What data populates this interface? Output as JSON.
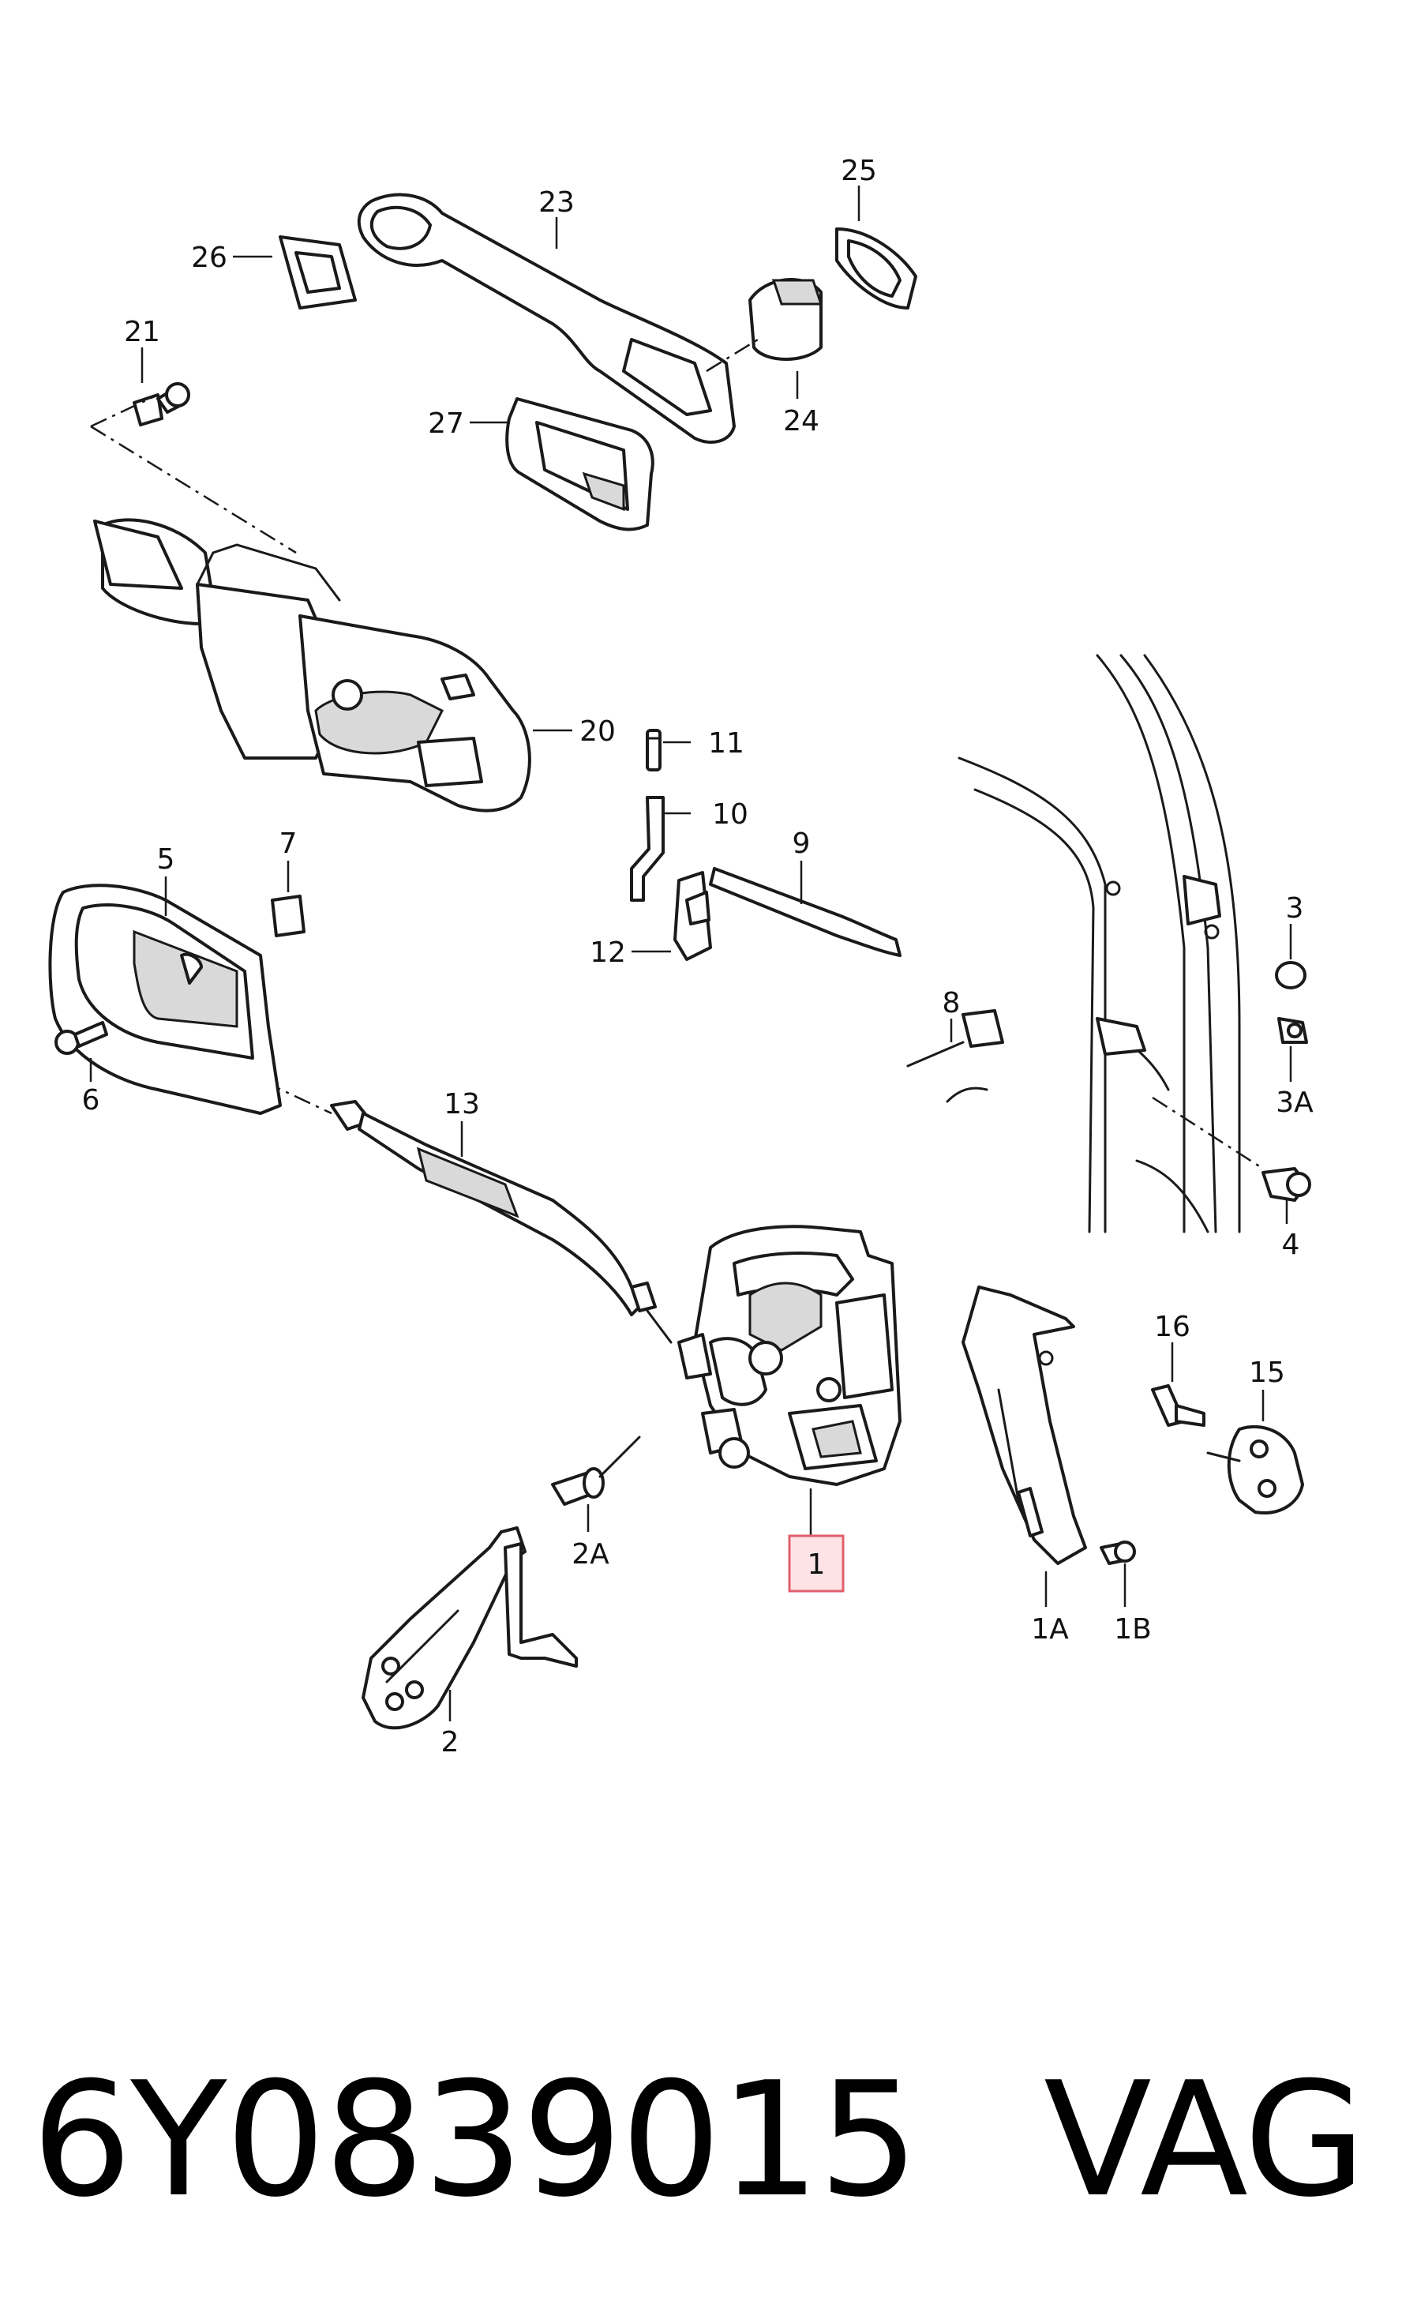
{
  "callouts": {
    "c1": "1",
    "c1a": "1A",
    "c1b": "1B",
    "c2": "2",
    "c2a": "2A",
    "c3": "3",
    "c3a": "3A",
    "c4": "4",
    "c5": "5",
    "c6": "6",
    "c7": "7",
    "c8": "8",
    "c9": "9",
    "c10": "10",
    "c11": "11",
    "c12": "12",
    "c13": "13",
    "c15": "15",
    "c16": "16",
    "c20": "20",
    "c21": "21",
    "c23": "23",
    "c24": "24",
    "c25": "25",
    "c26": "26",
    "c27": "27"
  },
  "highlighted_callout": "1",
  "highlight_color": "#fde3e6",
  "caption": {
    "part_number": "6Y0839015",
    "brand": "VAG"
  }
}
